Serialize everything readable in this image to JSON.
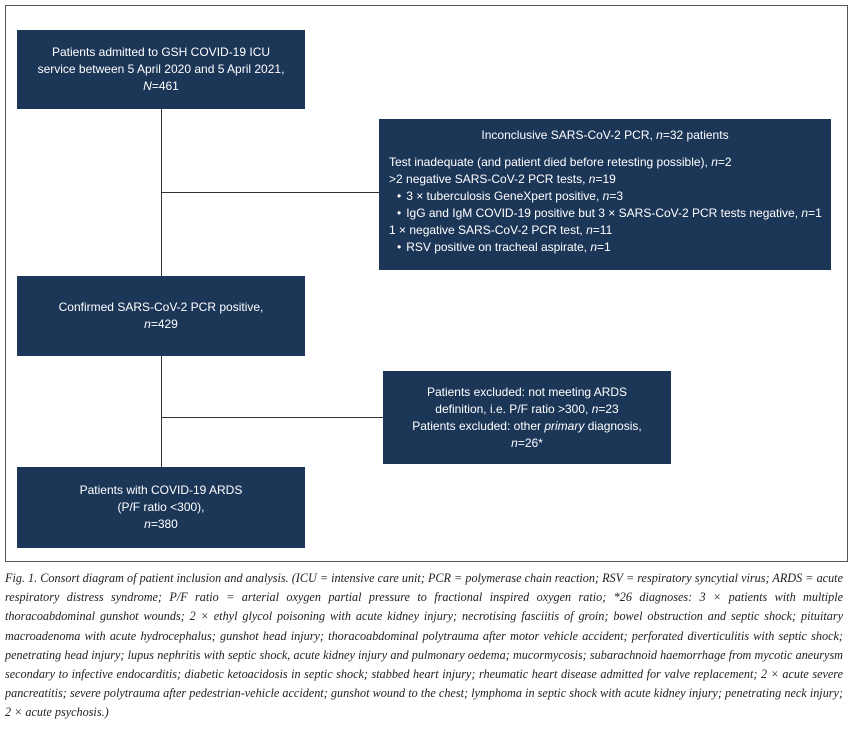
{
  "boxes": {
    "admitted": {
      "line1": "Patients admitted to GSH COVID-19 ICU",
      "line2": "service between 5 April 2020 and 5 April 2021,",
      "n_label": "N",
      "n_value": "=461"
    },
    "inconclusive": {
      "title": "Inconclusive SARS-CoV-2 PCR, ",
      "title_n": "n",
      "title_value": "=32 patients",
      "items": [
        {
          "text": "Test inadequate (and patient died before retesting possible), ",
          "n": "n",
          "value": "=2",
          "bullet": false
        },
        {
          "text": ">2 negative SARS-CoV-2 PCR tests, ",
          "n": "n",
          "value": "=19",
          "bullet": false
        },
        {
          "text": "3 × tuberculosis GeneXpert positive, ",
          "n": "n",
          "value": "=3",
          "bullet": true
        },
        {
          "text": "IgG and IgM COVID-19 positive but 3 × SARS-CoV-2 PCR tests negative, ",
          "n": "n",
          "value": "=1",
          "bullet": true
        },
        {
          "text": "1 × negative SARS-CoV-2 PCR test, ",
          "n": "n",
          "value": "=11",
          "bullet": false
        },
        {
          "text": "RSV positive on tracheal aspirate, ",
          "n": "n",
          "value": "=1",
          "bullet": true
        }
      ]
    },
    "confirmed": {
      "line1": "Confirmed SARS-CoV-2 PCR positive,",
      "n_label": "n",
      "n_value": "=429"
    },
    "excluded": {
      "line1": "Patients excluded: not meeting ARDS",
      "line2": "definition, i.e. P/F ratio >300, ",
      "line2_n": "n",
      "line2_value": "=23",
      "line3a": "Patients excluded: other ",
      "line3_em": "primary",
      "line3b": " diagnosis,",
      "n_label": "n",
      "n_value": "=26*"
    },
    "ards": {
      "line1": "Patients with COVID-19 ARDS",
      "line2": "(P/F ratio <300),",
      "n_label": "n",
      "n_value": "=380"
    }
  },
  "caption": {
    "label": "Fig. 1.",
    "text": " Consort diagram of patient inclusion and analysis. (ICU = intensive care unit; PCR = polymerase chain reaction; RSV = respiratory syncytial virus; ARDS = acute respiratory distress syndrome; P/F ratio = arterial oxygen partial pressure to fractional inspired oxygen ratio; *26 diagnoses: 3 × patients with multiple thoracoabdominal gunshot wounds; 2 × ethyl glycol poisoning with acute kidney injury; necrotising fasciitis of groin; bowel obstruction and septic shock; pituitary macroadenoma with acute hydrocephalus; gunshot head injury; thoracoabdominal polytrauma after motor vehicle accident; perforated diverticulitis with septic shock; penetrating head injury; lupus nephritis with septic shock, acute kidney injury and pulmonary oedema; mucormycosis; subarachnoid haemorrhage from mycotic aneurysm secondary to infective endocarditis; diabetic ketoacidosis in septic shock; stabbed heart injury; rheumatic heart disease admitted for valve replacement; 2 × acute severe pancreatitis; severe polytrauma after pedestrian-vehicle accident; gunshot wound to the chest; lymphoma in septic shock with acute kidney injury; penetrating neck injury; 2 × acute psychosis.)"
  },
  "colors": {
    "box_fill": "#1c3658",
    "box_text": "#ffffff",
    "connector": "#333333"
  }
}
